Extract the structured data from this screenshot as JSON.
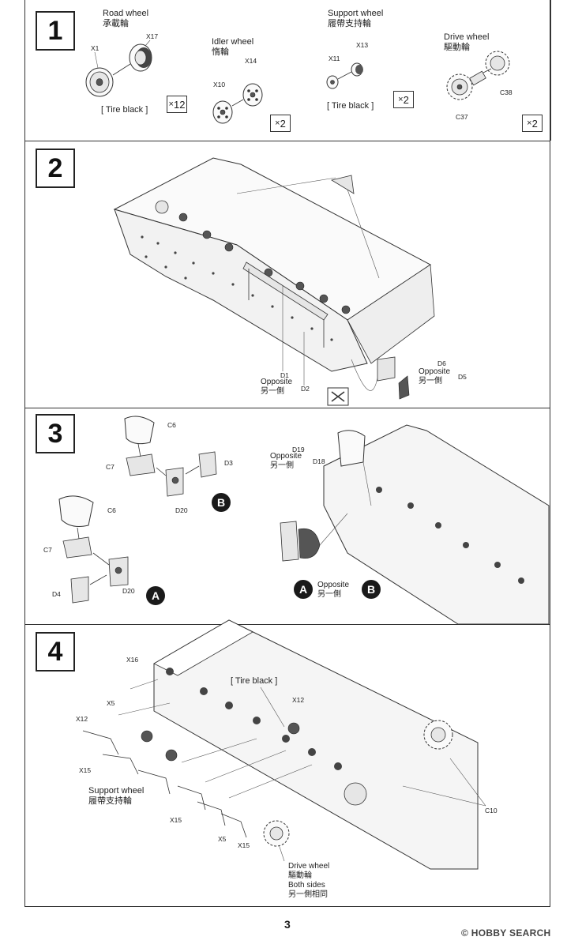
{
  "step1": {
    "number": "1",
    "road_wheel": {
      "en": "Road wheel",
      "zh": "承載輪",
      "part_a": "X1",
      "part_b": "X17",
      "note": "[ Tire black ]",
      "qty": "12"
    },
    "idler_wheel": {
      "en": "Idler wheel",
      "zh": "惰輪",
      "part_a": "X10",
      "part_b": "X14",
      "qty": "2"
    },
    "support_wheel": {
      "en": "Support wheel",
      "zh": "履帶支持輪",
      "part_a": "X11",
      "part_b": "X13",
      "note": "[ Tire black ]",
      "qty": "2"
    },
    "drive_wheel": {
      "en": "Drive wheel",
      "zh": "驅動輪",
      "part_a": "C37",
      "part_b": "C38",
      "qty": "2"
    }
  },
  "step2": {
    "number": "2",
    "d1": "D1",
    "d1_opp_en": "Opposite",
    "d1_opp_zh": "另一側",
    "d2": "D2",
    "d6": "D6",
    "d6_opp_en": "Opposite",
    "d6_opp_zh": "另一側",
    "d5": "D5"
  },
  "step3": {
    "number": "3",
    "upper": {
      "c6": "C6",
      "c7": "C7",
      "d3": "D3",
      "d20": "D20",
      "marker": "B"
    },
    "lower": {
      "c6": "C6",
      "c7": "C7",
      "d4": "D4",
      "d20": "D20",
      "marker": "A"
    },
    "right": {
      "d19": "D19",
      "opp_en": "Opposite",
      "opp_zh": "另一側",
      "d18": "D18",
      "marker_a": "A",
      "marker_b": "B",
      "opp2_en": "Opposite",
      "opp2_zh": "另一側"
    }
  },
  "step4": {
    "number": "4",
    "tire_note": "[ Tire black ]",
    "x16": "X16",
    "x5_a": "X5",
    "x12_a": "X12",
    "x15_a": "X15",
    "support_en": "Support wheel",
    "support_zh": "履帶支持輪",
    "x15_b": "X15",
    "x5_b": "X5",
    "x15_c": "X15",
    "x12_b": "X12",
    "c10": "C10",
    "drive_en": "Drive wheel",
    "drive_zh": "驅動輪",
    "both_en": "Both sides",
    "both_zh": "另一側相同"
  },
  "footer": {
    "page": "3",
    "watermark": "© HOBBY SEARCH"
  }
}
